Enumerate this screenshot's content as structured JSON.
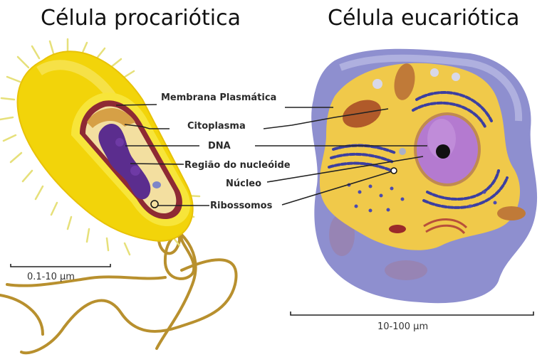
{
  "titles": {
    "prokaryote": "Célula procariótica",
    "eukaryote": "Célula eucariótica"
  },
  "labels": {
    "membrane": "Membrana Plasmática",
    "cytoplasm": "Citoplasma",
    "dna": "DNA",
    "nucleoid": "Região do nucleóide",
    "nucleus": "Núcleo",
    "ribosomes": "Ribossomos"
  },
  "scales": {
    "prokaryote": "0.1-10 µm",
    "eukaryote": "10-100 µm"
  },
  "colors": {
    "capsule": "#f2d40a",
    "cell_wall": "#8e2a34",
    "cytoplasm": "#f3dfa0",
    "dna": "#5b2d8e",
    "flagella": "#b8902e",
    "eukaryote_membrane": "#8e8fcf",
    "eukaryote_cytoplasm": "#f0c94a",
    "nucleus": "#b47ad0",
    "er": "#3c3fa0"
  }
}
